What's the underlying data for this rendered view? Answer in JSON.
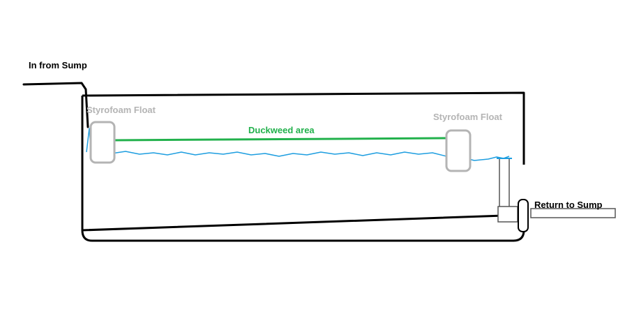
{
  "labels": {
    "inlet": "In from Sump",
    "float_left": "Styrofoam Float",
    "float_right": "Styrofoam Float",
    "duckweed": "Duckweed area",
    "return": "Return to Sump"
  },
  "colors": {
    "tank_outline": "#000000",
    "float_outline": "#b4b4b4",
    "duckweed": "#22b14c",
    "water": "#1e9ee0",
    "return_pipe": "#555555"
  }
}
